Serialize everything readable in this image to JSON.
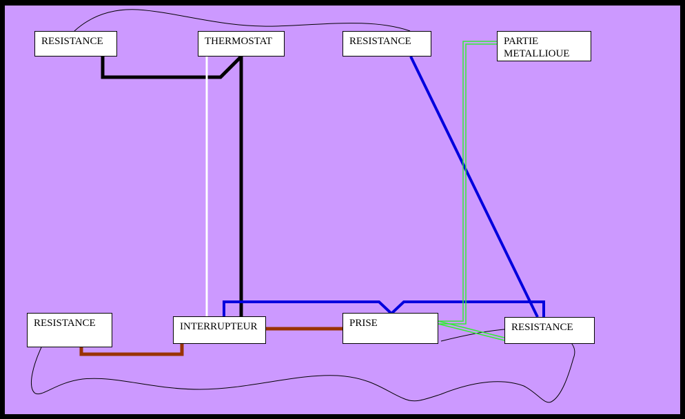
{
  "colors": {
    "background": "#cc99ff",
    "frame": "#000000",
    "black_wire": "#000000",
    "white_wire": "#ffffff",
    "blue_wire": "#0000dd",
    "brown_wire": "#993300",
    "earth_wire": "#33ee33"
  },
  "components": {
    "resistance_top_left": "RESISTANCE",
    "thermostat": "THERMOSTAT",
    "resistance_top_right": "RESISTANCE",
    "partie_metallique_line1": "PARTIE",
    "partie_metallique_line2": "METALLIOUE",
    "resistance_bottom_left": "RESISTANCE",
    "interrupteur": "INTERRUPTEUR",
    "prise": "PRISE",
    "resistance_bottom_right": "RESISTANCE"
  }
}
